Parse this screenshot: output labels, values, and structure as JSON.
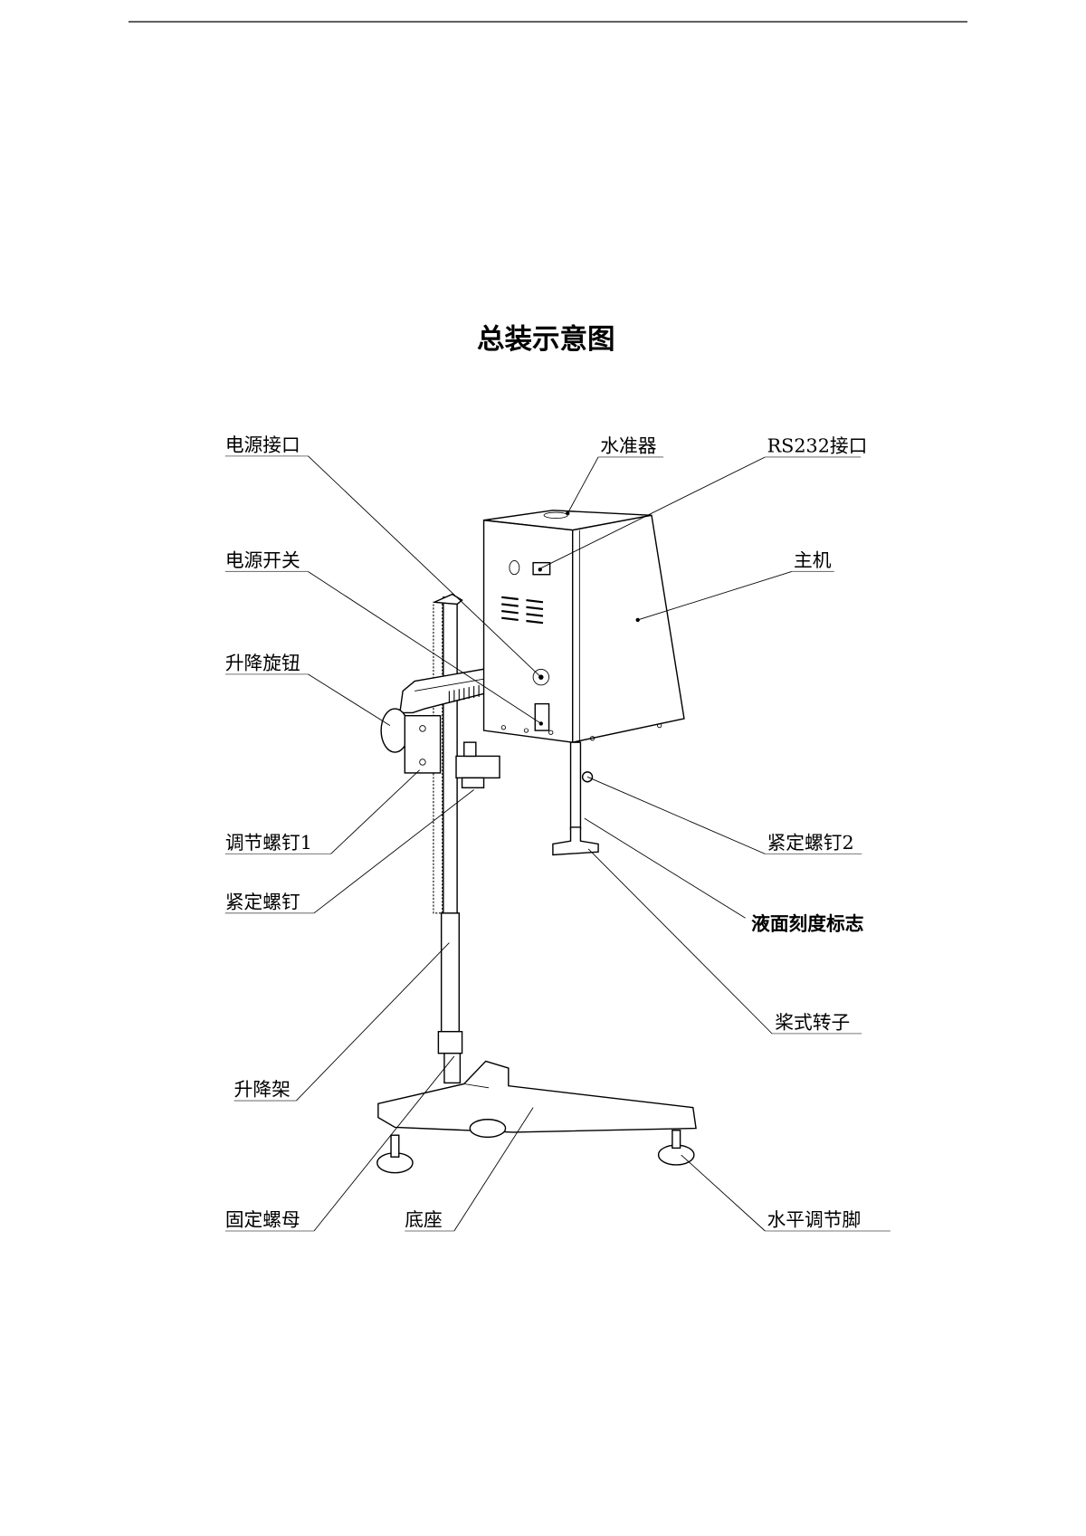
{
  "title": "总装示意图",
  "labels": {
    "power_port": "电源接口",
    "power_switch": "电源开关",
    "lift_knob": "升降旋钮",
    "adjust_screw_1": "调节螺钉1",
    "set_screw": "紧定螺钉",
    "lift_stand": "升降架",
    "fixing_nut": "固定螺母",
    "base": "底座",
    "level": "水准器",
    "rs232_port": "RS232接口",
    "main_unit": "主机",
    "set_screw_2": "紧定螺钉2",
    "liquid_level_mark": "液面刻度标志",
    "paddle_rotor": "桨式转子",
    "leveling_foot": "水平调节脚"
  }
}
